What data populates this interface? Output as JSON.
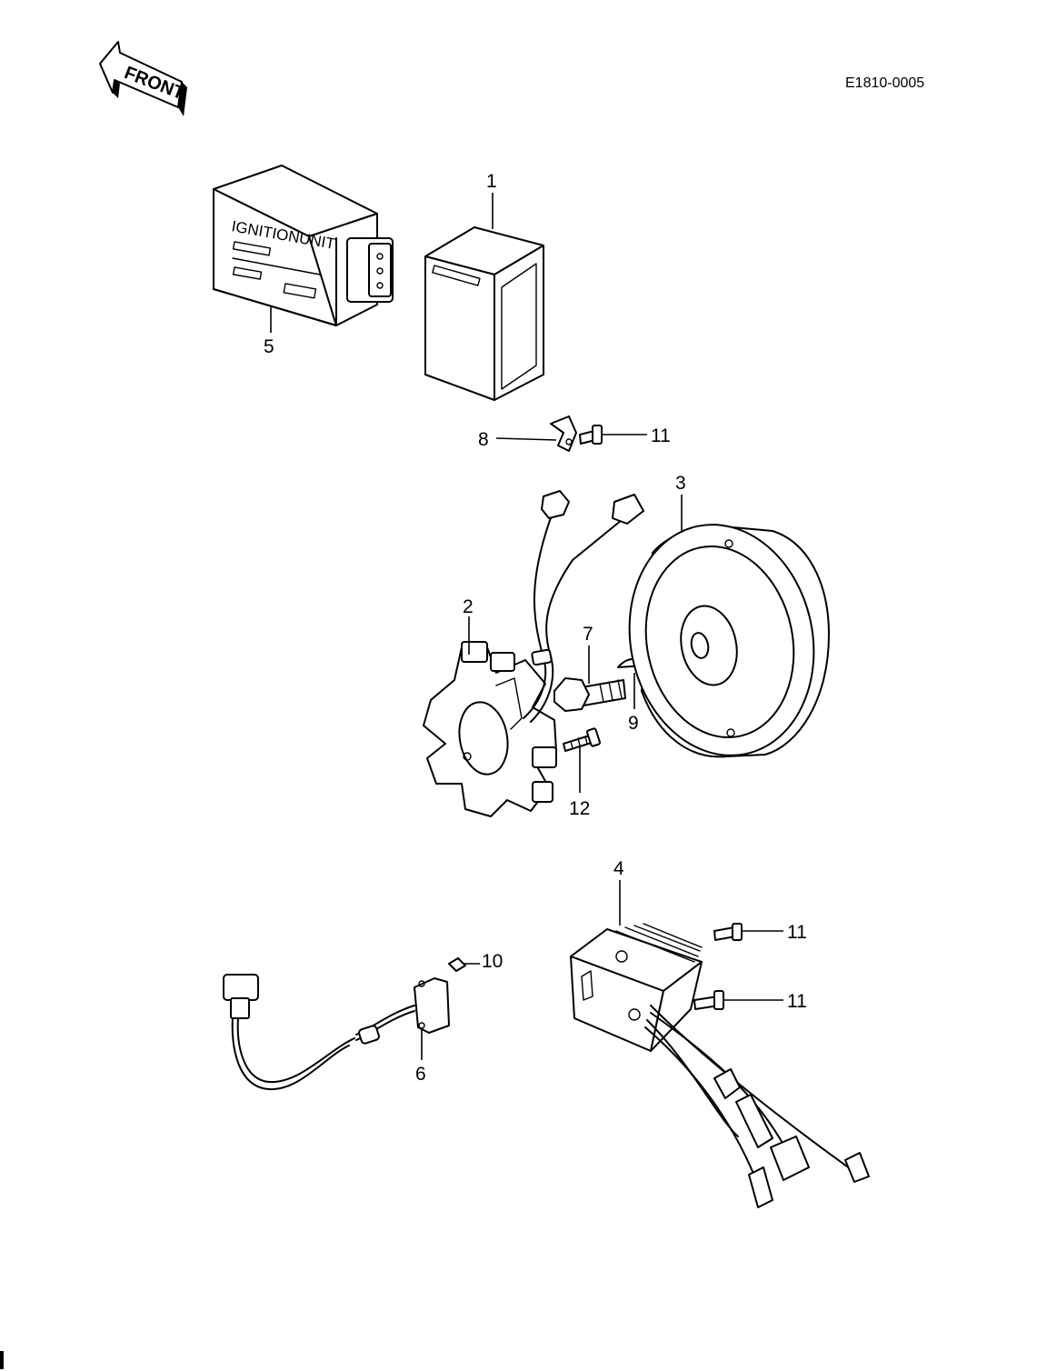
{
  "diagram_code": "E1810-0005",
  "front_arrow": {
    "label": "FRONT",
    "icon": "front-arrow-icon"
  },
  "ignition_unit_text": "IGNITIONUNIT",
  "callouts": {
    "c1": "1",
    "c2": "2",
    "c3": "3",
    "c4": "4",
    "c5": "5",
    "c6": "6",
    "c7": "7",
    "c8": "8",
    "c9": "9",
    "c10": "10",
    "c11a": "11",
    "c11b": "11",
    "c11c": "11",
    "c12": "12"
  },
  "parts": [
    {
      "ref": "1",
      "icon": "ignition-coil-box-icon"
    },
    {
      "ref": "2",
      "icon": "stator-icon"
    },
    {
      "ref": "3",
      "icon": "rotor-flywheel-icon"
    },
    {
      "ref": "4",
      "icon": "regulator-rectifier-icon"
    },
    {
      "ref": "5",
      "icon": "ignition-unit-icon"
    },
    {
      "ref": "6",
      "icon": "pickup-sensor-icon"
    },
    {
      "ref": "7",
      "icon": "rotor-bolt-icon"
    },
    {
      "ref": "8",
      "icon": "clamp-icon"
    },
    {
      "ref": "9",
      "icon": "woodruff-key-icon"
    },
    {
      "ref": "10",
      "icon": "small-screw-icon"
    },
    {
      "ref": "11",
      "icon": "bolt-icon"
    },
    {
      "ref": "12",
      "icon": "stator-screw-icon"
    }
  ]
}
